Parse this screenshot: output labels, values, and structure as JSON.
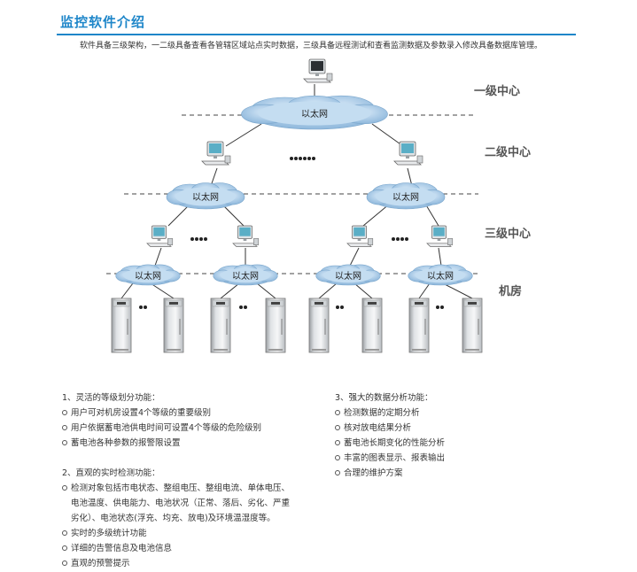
{
  "header": {
    "title": "监控软件介绍",
    "intro": "软件具备三级架构，一二级具备查看各管辖区域站点实时数据，三级具备远程测试和查看监测数据及参数录入修改具备数据库管理。"
  },
  "diagram": {
    "levels": [
      "一级中心",
      "二级中心",
      "三级中心",
      "机房"
    ],
    "cloud_label": "以太网",
    "ellipsis_dots": "••••••",
    "small_dots": "••••",
    "pair_dots": "••"
  },
  "features": {
    "s1": {
      "title": "1、灵活的等级划分功能：",
      "items": [
        "用户可对机房设置4个等级的重要级别",
        "用户依据蓄电池供电时间可设置4个等级的危险级别",
        "蓄电池各种参数的报警限设置"
      ]
    },
    "s2": {
      "title": "2、直观的实时检测功能：",
      "first": "检测对象包括市电状态、整组电压、整组电流、单体电压、",
      "cont1": "电池温度、供电能力、电池状况（正常、落后、劣化、严重",
      "cont2": "劣化）、电池状态(浮充、均充、放电)及环境温湿度等。",
      "items": [
        "实时的多级统计功能",
        "详细的告警信息及电池信息",
        "直观的预警提示"
      ]
    },
    "s3": {
      "title": "3、强大的数据分析功能：",
      "items": [
        "检测数据的定期分析",
        "核对放电结果分析",
        "蓄电池长期变化的性能分析",
        "丰富的图表显示、报表输出",
        "合理的维护方案"
      ]
    }
  },
  "colors": {
    "accent": "#1e86c9",
    "cloud": "#8fb8dc",
    "monitor": "#5aaec6"
  }
}
